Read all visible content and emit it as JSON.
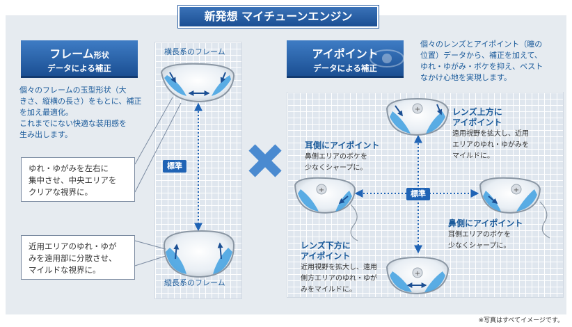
{
  "title": "新発想 マイチューンエンジン",
  "frame_section": {
    "badge_main": "フレーム",
    "badge_small": "形状",
    "badge_sub": "データによる補正",
    "description": [
      "個々のフレームの玉型形状（大",
      "きさ、縦横の長さ）をもとに、補正",
      "を加え最適化。",
      "これまでにない快適な装用感を",
      "生み出します。"
    ],
    "label_wide": "横長系のフレーム",
    "label_tall": "縦長系のフレーム",
    "standard": "標準",
    "callout_wide": [
      "ゆれ・ゆがみを左右に",
      "集中させ、中央エリアを",
      "クリアな視界に。"
    ],
    "callout_tall": [
      "近用エリアのゆれ・ゆが",
      "みを遠用部に分散させ、",
      "マイルドな視界に。"
    ]
  },
  "cross_symbol": "×",
  "eyepoint_section": {
    "badge_main": "アイポイント",
    "badge_sub": "データによる補正",
    "description": [
      "個々のレンズとアイポイント（瞳の",
      "位置）データから、補正を加えて、",
      "ゆれ・ゆがみ・ボケを抑え、ベスト",
      "なかけ心地を実現します。"
    ],
    "standard": "標準",
    "up": {
      "heading": [
        "レンズ上方に",
        "アイポイント"
      ],
      "body": [
        "遠用視野を拡大し、近用",
        "エリアのゆれ・ゆがみを",
        "マイルドに。"
      ]
    },
    "ear": {
      "heading": [
        "耳側にアイポイント"
      ],
      "body": [
        "鼻側エリアのボケを",
        "少なくシャープに。"
      ]
    },
    "nose": {
      "heading": [
        "鼻側にアイポイント"
      ],
      "body": [
        "耳側エリアのボケを",
        "少なくシャープに。"
      ]
    },
    "down": {
      "heading": [
        "レンズ下方に",
        "アイポイント"
      ],
      "body": [
        "近用視野を拡大し、遠用",
        "側方エリアのゆれ・ゆが",
        "みをマイルドに。"
      ]
    }
  },
  "footnote": "※写真はすべてイメージです。",
  "colors": {
    "accent": "#1b4f93",
    "text_blue": "#1a5a9a",
    "lens_blue": "#3fa0e0",
    "panel": "#e6ebf0"
  }
}
